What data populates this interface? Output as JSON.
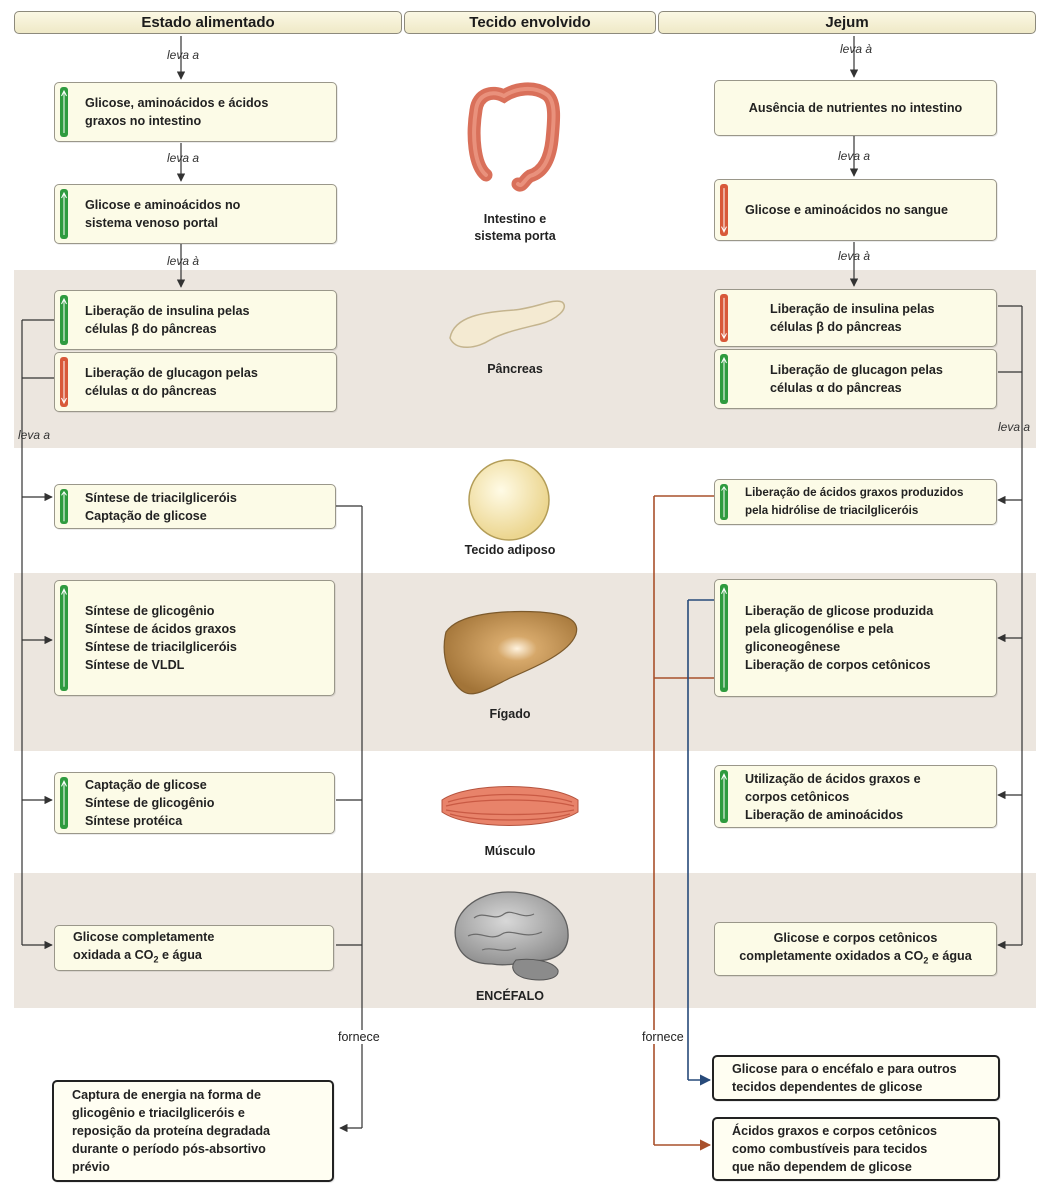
{
  "headers": {
    "fed": "Estado alimentado",
    "tissue": "Tecido envolvido",
    "fasting": "Jejum"
  },
  "flow_labels": {
    "leads_to_a": "leva a",
    "leads_to_grave": "leva à",
    "supplies": "fornece"
  },
  "tissues": {
    "intestine": "Intestino e\nsistema porta",
    "pancreas": "Pâncreas",
    "adipose": "Tecido adiposo",
    "liver": "Fígado",
    "muscle": "Músculo",
    "brain": "ENCÉFALO"
  },
  "fed": {
    "intestine": "Glicose, aminoácidos e ácidos\ngraxos no intestino",
    "portal": "Glicose e aminoácidos no\nsistema venoso portal",
    "insulin": "Liberação de insulina pelas\ncélulas β do pâncreas",
    "glucagon": "Liberação de glucagon pelas\ncélulas α do pâncreas",
    "adipose": "Síntese de triacilgliceróis\nCaptação de glicose",
    "liver": "Síntese de glicogênio\nSíntese de ácidos graxos\nSíntese de triacilgliceróis\nSíntese de VLDL",
    "muscle": "Captação de glicose\nSíntese de glicogênio\nSíntese protéica",
    "brain_main": "Glicose completamente\noxidada a CO",
    "brain_sub": "2",
    "brain_tail": " e água",
    "outcome": "Captura de energia na forma de\nglicogênio e triacilgliceróis e\nreposição da proteína degradada\ndurante o período pós-absortivo\nprévio"
  },
  "fasting": {
    "intestine": "Ausência de nutrientes no intestino",
    "blood": "Glicose e aminoácidos no sangue",
    "insulin": "Liberação de insulina pelas\ncélulas β do pâncreas",
    "glucagon": "Liberação de glucagon pelas\ncélulas α do pâncreas",
    "adipose": "Liberação de ácidos graxos produzidos\npela hidrólise de triacilgliceróis",
    "liver": "Liberação de glicose produzida\npela glicogenólise e pela\ngliconeogênese\nLiberação de corpos cetônicos",
    "muscle": "Utilização de ácidos graxos e\ncorpos cetônicos\nLiberação de aminoácidos",
    "brain_main": "Glicose e corpos cetônicos\ncompletamente oxidados a CO",
    "brain_sub": "2",
    "brain_tail": " e água",
    "outcome_glucose": "Glicose para o encéfalo e para outros\ntecidos dependentes de glicose",
    "outcome_fatty": "Ácidos graxos e corpos cetônicos\ncomo combustíveis para tecidos\nque não dependem de glicose"
  },
  "colors": {
    "increase": "#2f9b3f",
    "decrease": "#d8593a",
    "band": "#ece6df",
    "fatty_acid_line": "#a8502b",
    "glucose_line": "#274a7a"
  }
}
